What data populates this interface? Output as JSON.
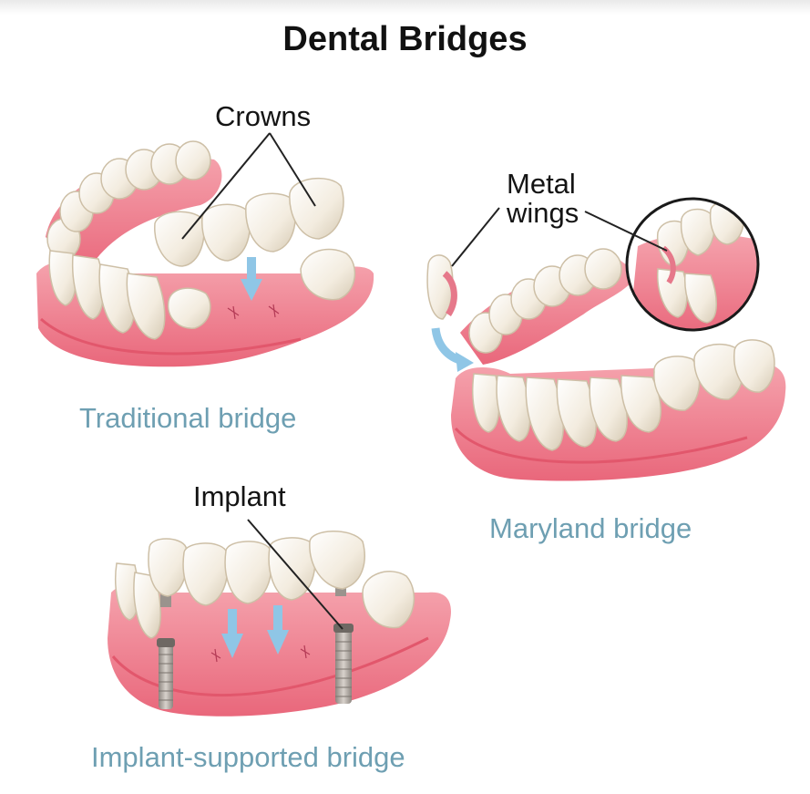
{
  "title": "Dental Bridges",
  "callouts": {
    "crowns": "Crowns",
    "metal_wings_line1": "Metal",
    "metal_wings_line2": "wings",
    "implant": "Implant"
  },
  "captions": {
    "traditional": "Traditional bridge",
    "maryland": "Maryland bridge",
    "implant_supported": "Implant-supported bridge"
  },
  "colors": {
    "gum": "#ee8e9a",
    "gum_dark": "#d9566b",
    "tooth": "#f6f1e6",
    "tooth_shadow": "#d8cdb8",
    "arrow": "#8fc6e6",
    "caption": "#6e9fb2",
    "implant_metal": "#b9b2ad"
  }
}
